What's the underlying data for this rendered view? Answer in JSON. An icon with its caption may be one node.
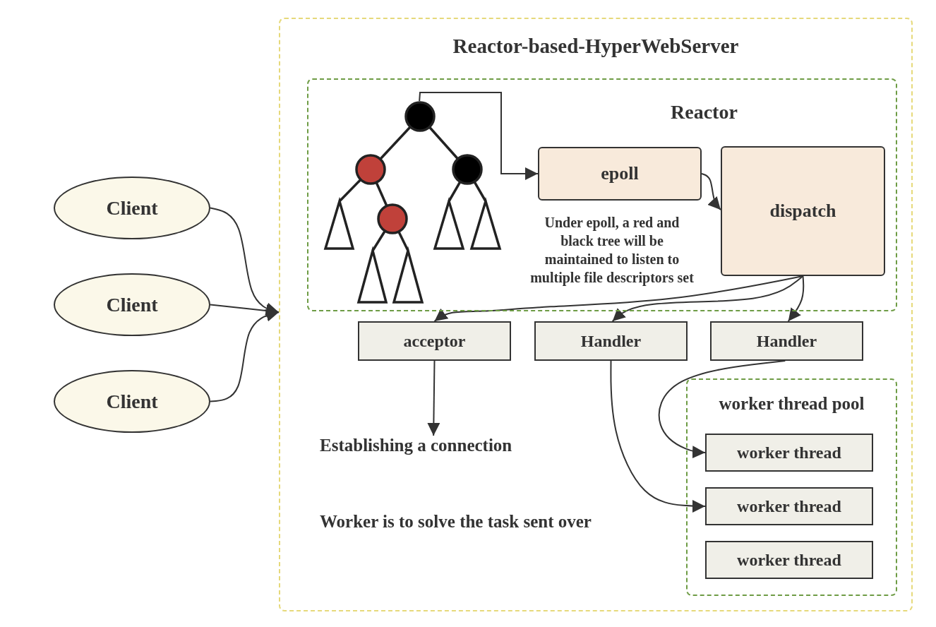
{
  "diagram": {
    "nodes": [
      {
        "text": [
          "Reactor-based-HyperWebServer"
        ]
      },
      {
        "text": [
          "Reactor"
        ],
        "in": 0
      },
      {
        "text": [],
        "shape": "picture",
        "in": 1
      },
      {
        "text": [
          "epoll"
        ],
        "in": 1
      },
      {
        "text": [
          "dispatch"
        ],
        "in": 1
      },
      {
        "text": [
          "acceptor"
        ],
        "in": 0
      },
      {
        "text": [
          "Handler"
        ],
        "in": 0
      },
      {
        "text": [
          "Handler"
        ],
        "in": 0
      },
      {
        "text": [
          "worker thread pool"
        ],
        "in": 0
      },
      {
        "text": [
          "worker thread"
        ],
        "in": 8
      },
      {
        "text": [
          "worker thread"
        ],
        "in": 8
      },
      {
        "text": [
          "worker thread"
        ],
        "in": 8
      },
      {
        "text": [
          "Establishing a connection"
        ],
        "in": 0
      },
      {
        "text": [
          "Client"
        ]
      },
      {
        "text": [
          "Client"
        ]
      },
      {
        "text": [
          "Client"
        ]
      }
    ],
    "edges": [
      {
        "from": 13,
        "to": 0,
        "arrow": "to"
      },
      {
        "from": 14,
        "to": 0,
        "arrow": "to"
      },
      {
        "from": 15,
        "to": 0,
        "arrow": "to"
      },
      {
        "from": 2,
        "to": 3,
        "arrow": "to"
      },
      {
        "from": 3,
        "to": 4,
        "arrow": "to"
      },
      {
        "from": 4,
        "to": 5,
        "arrow": "to"
      },
      {
        "from": 4,
        "to": 6,
        "arrow": "to"
      },
      {
        "from": 4,
        "to": 7,
        "arrow": "to"
      },
      {
        "from": 5,
        "to": 12,
        "arrow": "to"
      },
      {
        "from": 7,
        "to": 9,
        "arrow": "to"
      },
      {
        "from": 6,
        "to": 10,
        "arrow": "to"
      }
    ],
    "labels": [
      "Under epoll, a red and black tree will be maintained to listen to multiple file descriptors set",
      "Worker is to solve the task sent over"
    ]
  }
}
